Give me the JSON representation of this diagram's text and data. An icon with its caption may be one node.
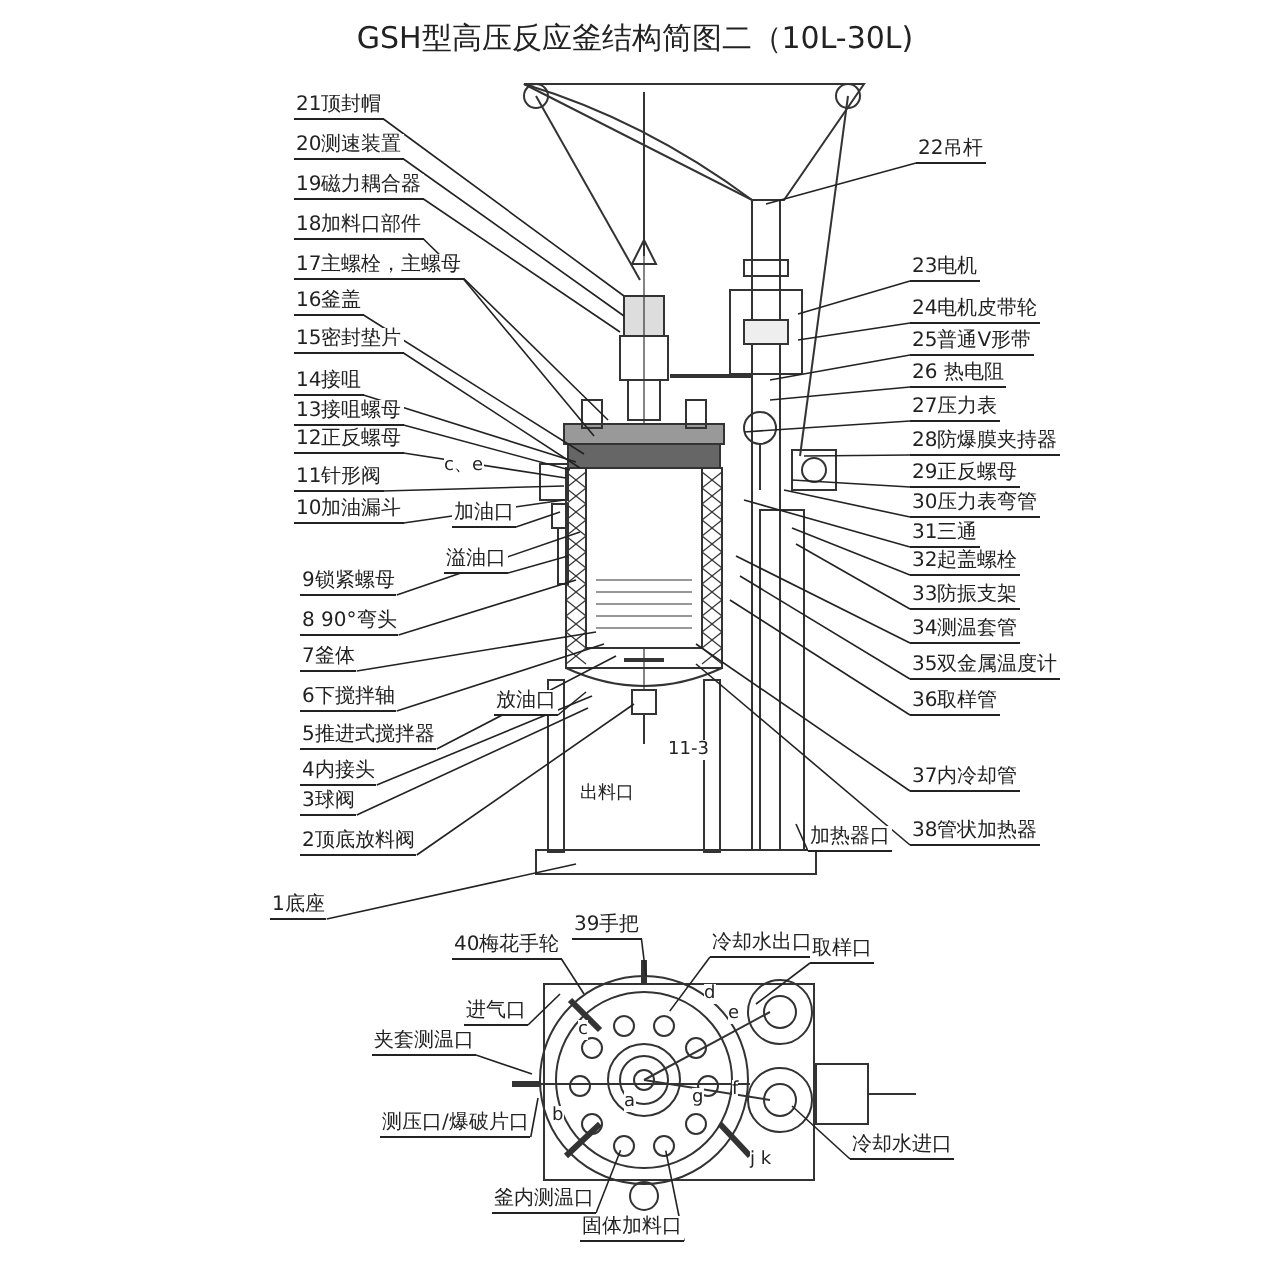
{
  "diagram": {
    "title": "GSH型高压反应釜结构简图二（10L-30L)",
    "nodes": [
      {
        "text": [
          "21顶封帽"
        ]
      },
      {
        "text": [
          "20测速装置"
        ]
      },
      {
        "text": [
          "19磁力耦合器"
        ]
      },
      {
        "text": [
          "18加料口部件"
        ]
      },
      {
        "text": [
          "17主螺栓，主螺母"
        ]
      },
      {
        "text": [
          "16釜盖"
        ]
      },
      {
        "text": [
          "15密封垫片"
        ]
      },
      {
        "text": [
          "14接咀"
        ]
      },
      {
        "text": [
          "13接咀螺母"
        ]
      },
      {
        "text": [
          "12正反螺母"
        ]
      },
      {
        "text": [
          "11针形阀"
        ]
      },
      {
        "text": [
          "10加油漏斗"
        ]
      },
      {
        "text": [
          "加油口"
        ]
      },
      {
        "text": [
          "溢油口"
        ]
      },
      {
        "text": [
          "9锁紧螺母"
        ]
      },
      {
        "text": [
          "8 90°弯头"
        ]
      },
      {
        "text": [
          "7釜体"
        ]
      },
      {
        "text": [
          "6下搅拌轴"
        ]
      },
      {
        "text": [
          "5推进式搅拌器"
        ]
      },
      {
        "text": [
          "4内接头"
        ]
      },
      {
        "text": [
          "3球阀"
        ]
      },
      {
        "text": [
          "2顶底放料阀"
        ]
      },
      {
        "text": [
          "放油口"
        ]
      },
      {
        "text": [
          "1底座"
        ]
      },
      {
        "text": [
          "22吊杆"
        ]
      },
      {
        "text": [
          "23电机"
        ]
      },
      {
        "text": [
          "24电机皮带轮"
        ]
      },
      {
        "text": [
          "25普通V形带"
        ]
      },
      {
        "text": [
          "26 热电阻"
        ]
      },
      {
        "text": [
          "27压力表"
        ]
      },
      {
        "text": [
          "28防爆膜夹持器"
        ]
      },
      {
        "text": [
          "29正反螺母"
        ]
      },
      {
        "text": [
          "30压力表弯管"
        ]
      },
      {
        "text": [
          "31三通"
        ]
      },
      {
        "text": [
          "32起盖螺栓"
        ]
      },
      {
        "text": [
          "33防振支架"
        ]
      },
      {
        "text": [
          "34测温套管"
        ]
      },
      {
        "text": [
          "35双金属温度计"
        ]
      },
      {
        "text": [
          "36取样管"
        ]
      },
      {
        "text": [
          "37内冷却管"
        ]
      },
      {
        "text": [
          "38管状加热器"
        ]
      },
      {
        "text": [
          "加热器口"
        ]
      },
      {
        "text": [
          "40梅花手轮"
        ]
      },
      {
        "text": [
          "39手把"
        ]
      },
      {
        "text": [
          "冷却水出口"
        ]
      },
      {
        "text": [
          "取样口"
        ]
      },
      {
        "text": [
          "进气口"
        ]
      },
      {
        "text": [
          "夹套测温口"
        ]
      },
      {
        "text": [
          "测压口/爆破片口"
        ]
      },
      {
        "text": [
          "冷却水进口"
        ]
      },
      {
        "text": [
          "釜内测温口"
        ]
      },
      {
        "text": [
          "固体加料口"
        ]
      },
      {
        "text": [],
        "shape": "circle"
      },
      {
        "text": [],
        "shape": "circle"
      },
      {
        "text": [],
        "shape": "circle"
      },
      {
        "text": [],
        "shape": "circle"
      },
      {
        "text": [],
        "shape": "circle"
      },
      {
        "text": [],
        "shape": "circle"
      },
      {
        "text": [],
        "shape": "circle"
      },
      {
        "text": [],
        "shape": "circle"
      },
      {
        "text": [],
        "shape": "circle"
      },
      {
        "text": [],
        "shape": "circle"
      }
    ],
    "edges": [
      {
        "from": 0,
        "to": null,
        "arrow": "none"
      },
      {
        "from": 1,
        "to": null,
        "arrow": "none"
      },
      {
        "from": 2,
        "to": null,
        "arrow": "none"
      },
      {
        "from": 3,
        "to": null,
        "arrow": "none"
      },
      {
        "from": 4,
        "to": null,
        "arrow": "none"
      },
      {
        "from": 5,
        "to": null,
        "arrow": "none"
      },
      {
        "from": 6,
        "to": null,
        "arrow": "none"
      },
      {
        "from": 7,
        "to": null,
        "arrow": "none"
      },
      {
        "from": 8,
        "to": null,
        "arrow": "none"
      },
      {
        "from": 9,
        "to": null,
        "arrow": "none"
      },
      {
        "from": 10,
        "to": null,
        "arrow": "none"
      },
      {
        "from": 11,
        "to": null,
        "arrow": "none"
      },
      {
        "from": 12,
        "to": null,
        "arrow": "none"
      },
      {
        "from": 13,
        "to": null,
        "arrow": "none"
      },
      {
        "from": 14,
        "to": null,
        "arrow": "none"
      },
      {
        "from": 15,
        "to": null,
        "arrow": "none"
      },
      {
        "from": 16,
        "to": null,
        "arrow": "none"
      },
      {
        "from": 17,
        "to": null,
        "arrow": "none"
      },
      {
        "from": 18,
        "to": null,
        "arrow": "none"
      },
      {
        "from": 19,
        "to": null,
        "arrow": "none"
      },
      {
        "from": 20,
        "to": null,
        "arrow": "none"
      },
      {
        "from": 21,
        "to": null,
        "arrow": "none"
      },
      {
        "from": 22,
        "to": null,
        "arrow": "none"
      },
      {
        "from": 23,
        "to": null,
        "arrow": "none"
      },
      {
        "from": 24,
        "to": null,
        "arrow": "none"
      },
      {
        "from": 25,
        "to": null,
        "arrow": "none"
      },
      {
        "from": 26,
        "to": null,
        "arrow": "none"
      },
      {
        "from": 27,
        "to": null,
        "arrow": "none"
      },
      {
        "from": 28,
        "to": null,
        "arrow": "none"
      },
      {
        "from": 29,
        "to": null,
        "arrow": "none"
      },
      {
        "from": 30,
        "to": null,
        "arrow": "none"
      },
      {
        "from": 31,
        "to": null,
        "arrow": "none"
      },
      {
        "from": 32,
        "to": null,
        "arrow": "none"
      },
      {
        "from": 33,
        "to": null,
        "arrow": "none"
      },
      {
        "from": 34,
        "to": null,
        "arrow": "none"
      },
      {
        "from": 35,
        "to": null,
        "arrow": "none"
      },
      {
        "from": 36,
        "to": null,
        "arrow": "none"
      },
      {
        "from": 37,
        "to": null,
        "arrow": "none"
      },
      {
        "from": 38,
        "to": null,
        "arrow": "none"
      },
      {
        "from": 39,
        "to": null,
        "arrow": "none"
      },
      {
        "from": 40,
        "to": null,
        "arrow": "none"
      },
      {
        "from": 41,
        "to": null,
        "arrow": "none"
      },
      {
        "from": 42,
        "to": null,
        "arrow": "none"
      },
      {
        "from": 43,
        "to": null,
        "arrow": "none"
      },
      {
        "from": 44,
        "to": 60,
        "arrow": "none"
      },
      {
        "from": 45,
        "to": null,
        "arrow": "none"
      },
      {
        "from": 46,
        "to": null,
        "arrow": "none"
      },
      {
        "from": 47,
        "to": null,
        "arrow": "none"
      },
      {
        "from": 48,
        "to": null,
        "arrow": "none"
      },
      {
        "from": 49,
        "to": null,
        "arrow": "none"
      },
      {
        "from": 50,
        "to": 55,
        "arrow": "none"
      },
      {
        "from": 51,
        "to": 54,
        "arrow": "none"
      }
    ],
    "labels": [
      "c、e",
      "出料口",
      "11-3",
      "c",
      "d",
      "e",
      "b",
      "f",
      "a",
      "g",
      "j k"
    ]
  }
}
